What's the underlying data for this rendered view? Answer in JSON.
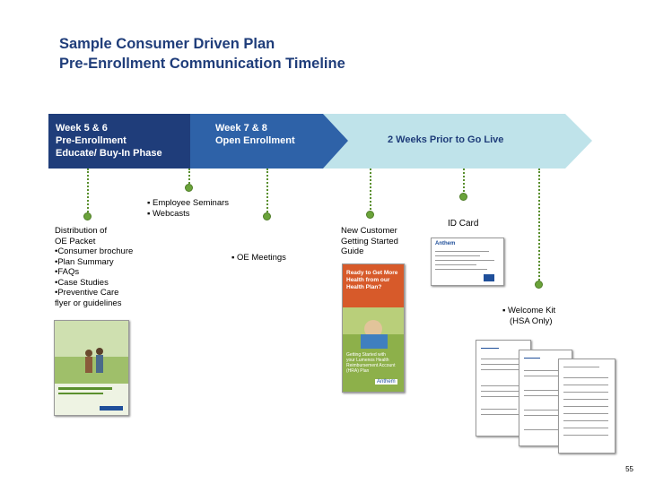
{
  "title": {
    "line1": "Sample Consumer Driven Plan",
    "line2": "Pre-Enrollment Communication Timeline"
  },
  "phases": [
    {
      "line1": "Week 5 & 6",
      "line2": "Pre-Enrollment",
      "line3": "Educate/ Buy-In Phase"
    },
    {
      "line1": "Week 7 & 8",
      "line2": "Open Enrollment"
    },
    {
      "line1": "2 Weeks Prior to Go Live"
    }
  ],
  "items": {
    "distribution": [
      "Distribution of",
      "OE Packet",
      "•Consumer brochure",
      "•Plan Summary",
      "•FAQs",
      "•Case Studies",
      "•Preventive Care",
      " flyer or guidelines"
    ],
    "seminars": [
      "▪ Employee Seminars",
      "▪ Webcasts"
    ],
    "oe_meetings": "▪ OE Meetings",
    "new_customer": [
      "New Customer",
      "Getting Started",
      "Guide"
    ],
    "id_card": "ID Card",
    "welcome_kit": [
      "▪ Welcome Kit",
      "(HSA Only)"
    ]
  },
  "guide_cover": {
    "headline": [
      "Ready to Get More",
      "Health from our",
      "Health Plan?"
    ],
    "subtitle": [
      "Getting Started with",
      "your Lumenos Health",
      "Reimbursement Account",
      "(HRA) Plan"
    ],
    "brand": "Anthem"
  },
  "id_card_brand": "Anthem",
  "page_number": "55",
  "colors": {
    "title": "#1f3d7a",
    "phase1": "#1f3d7a",
    "phase2": "#2e62a8",
    "phase3": "#bfe3ea",
    "accent_green": "#6aa33a"
  }
}
